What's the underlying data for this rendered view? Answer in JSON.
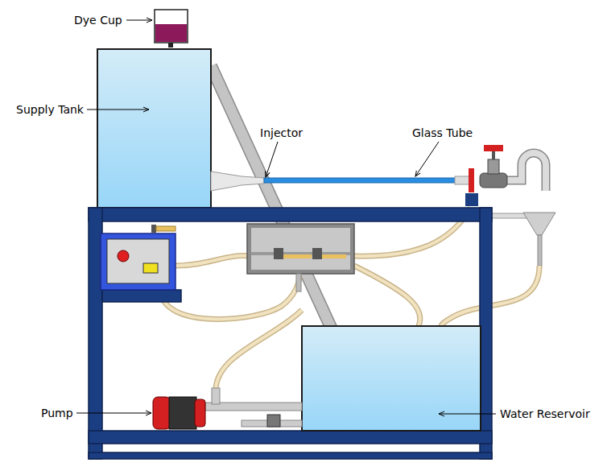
{
  "diagram": {
    "labels": [
      "Dye Cup",
      "Supply Tank",
      "Injector",
      "Glass Tube",
      "Pump",
      "Water Reservoir"
    ]
  }
}
